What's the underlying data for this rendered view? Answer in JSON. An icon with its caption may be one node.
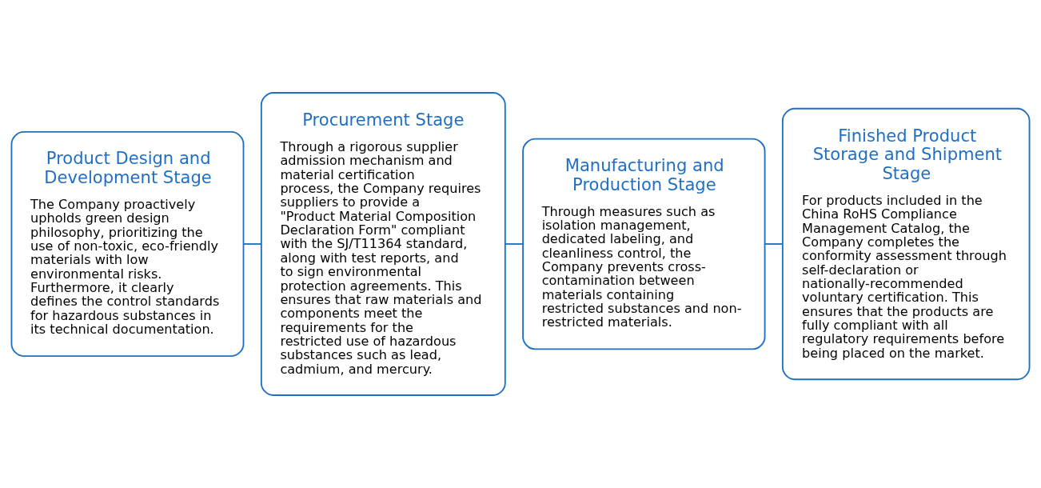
{
  "diagram": {
    "nodes": [
      {
        "text": [
          "Product Design and Development Stage",
          "The Company proactively upholds green design philosophy, prioritizing the use of non-toxic, eco-friendly materials with low environmental risks. Furthermore, it clearly defines the control standards for hazardous substances in its technical documentation."
        ]
      },
      {
        "text": [
          "Procurement Stage",
          "Through a rigorous supplier admission mechanism and material certification process, the Company requires suppliers to provide a \"Product Material Composition Declaration Form\" compliant with the SJ/T11364 standard, along with test reports, and to sign environmental protection agreements. This ensures that raw materials and components meet the requirements for the restricted use of hazardous substances such as lead, cadmium, and mercury."
        ]
      },
      {
        "text": [
          "Manufacturing and Production Stage",
          "Through measures such as isolation management, dedicated labeling, and cleanliness control, the Company prevents cross-contamination between materials containing restricted substances and non-restricted materials."
        ]
      },
      {
        "text": [
          "Finished Product Storage and Shipment Stage",
          "For products included in the China RoHS Compliance Management Catalog, the Company completes the conformity assessment through self-declaration or nationally-recommended voluntary certification. This ensures that the products are fully compliant with all regulatory requirements before being placed on the market."
        ]
      }
    ],
    "edges": [
      {
        "from": 0,
        "to": 1,
        "arrow": "none"
      },
      {
        "from": 1,
        "to": 2,
        "arrow": "none"
      },
      {
        "from": 2,
        "to": 3,
        "arrow": "none"
      }
    ]
  }
}
